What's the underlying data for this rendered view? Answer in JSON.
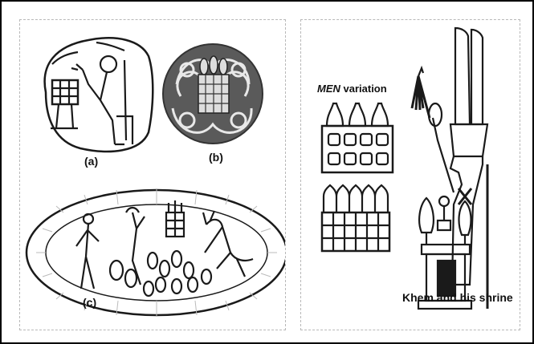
{
  "labels": {
    "a": "(a)",
    "b": "(b)",
    "c": "(c)"
  },
  "right": {
    "title_italic": "MEN",
    "title_rest": " variation",
    "caption": "Khem and his shrine"
  },
  "colors": {
    "frame": "#000000",
    "panel_border": "#b8b8b8",
    "ink": "#1a1a1a",
    "seal_dark": "#555555"
  }
}
